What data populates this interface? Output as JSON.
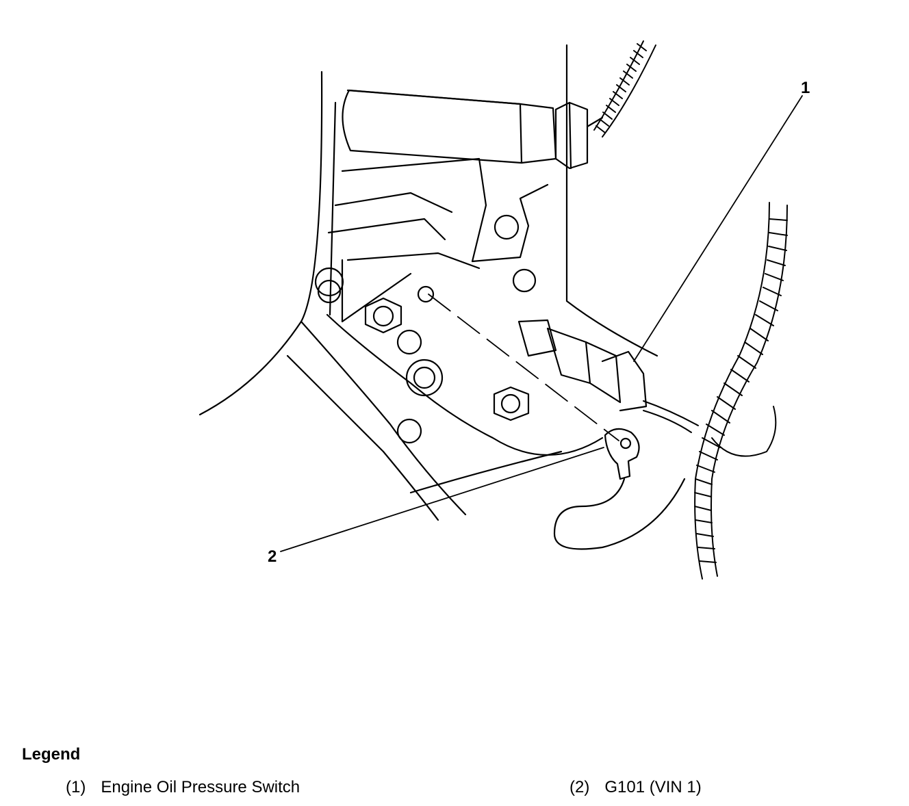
{
  "callouts": [
    {
      "number": "1"
    },
    {
      "number": "2"
    }
  ],
  "legend": {
    "title": "Legend",
    "items": [
      {
        "number": "(1)",
        "label": "Engine Oil Pressure Switch"
      },
      {
        "number": "(2)",
        "label": "G101 (VIN 1)"
      }
    ]
  },
  "colors": {
    "line": "#000000",
    "background": "#ffffff"
  }
}
